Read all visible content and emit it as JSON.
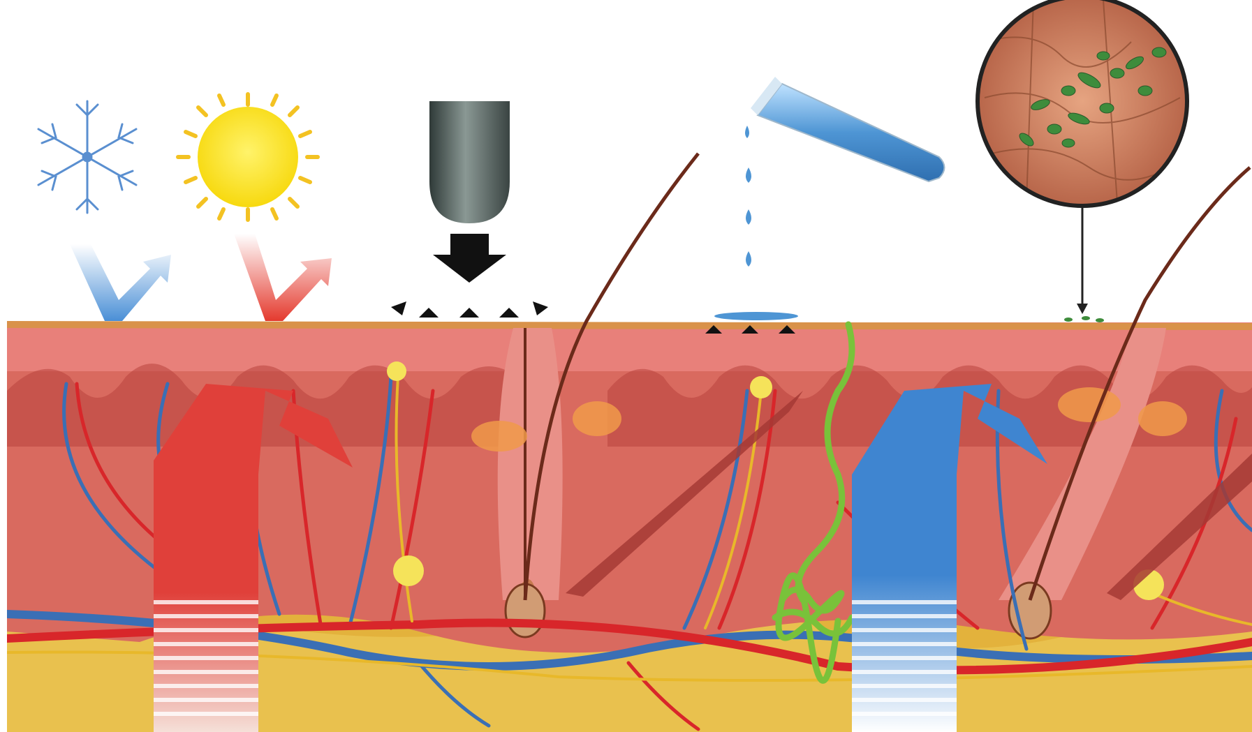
{
  "title": "",
  "colors": {
    "background": "#ffffff",
    "skin_surface": "#d9924a",
    "epidermis": "#e8807a",
    "dermis": "#d96a5f",
    "dermis_dark": "#b8423d",
    "papilla_dark": "#a53a35",
    "subcutis": "#e3b23c",
    "subcutis_light": "#eccb5a",
    "artery": "#d8262a",
    "vein": "#3a6fb5",
    "nerve": "#e8b82a",
    "hair": "#6b2a1a",
    "cold_blue": "#4a8fd6",
    "heat_red": "#e43a2e",
    "pressure_probe": "#4a5552",
    "chemical_liquid": "#4e95d4",
    "sweat_gland": "#79c23a",
    "bacteria_green": "#3e8c3c",
    "sun_yellow": "#f9df1a",
    "sun_ray": "#f3c222"
  },
  "icons": [
    "snowflake-icon",
    "sun-icon",
    "pressure-probe-icon",
    "test-tube-icon",
    "magnifier-bacteria-icon"
  ],
  "stimuli": [
    {
      "name": "cold",
      "icon": "snowflake-icon"
    },
    {
      "name": "heat",
      "icon": "sun-icon"
    },
    {
      "name": "pressure",
      "icon": "pressure-probe-icon"
    },
    {
      "name": "chemical",
      "icon": "test-tube-icon"
    },
    {
      "name": "microorganisms",
      "icon": "magnifier-bacteria-icon"
    }
  ]
}
